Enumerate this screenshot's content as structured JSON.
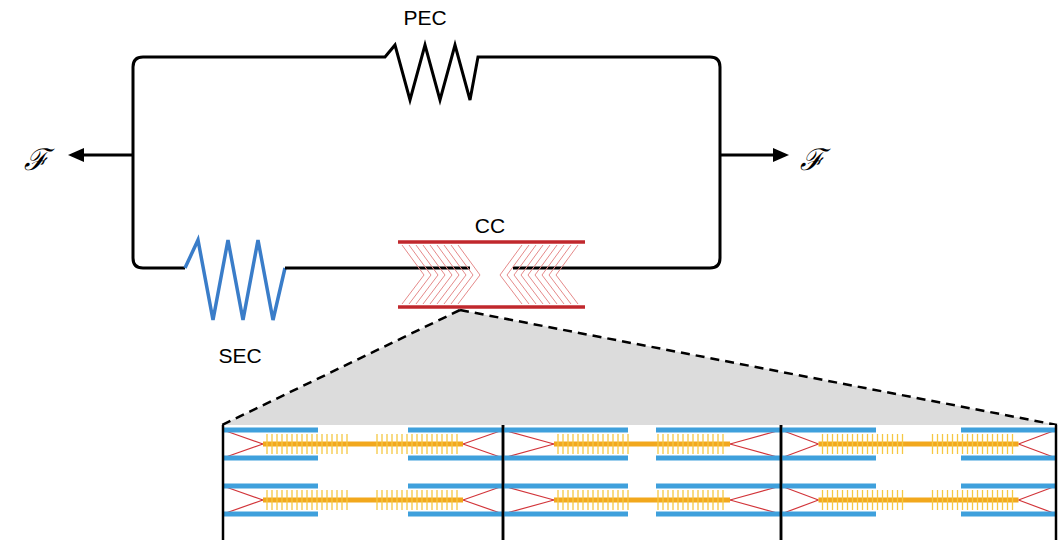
{
  "diagram": {
    "labels": [
      "PEC",
      "ℱ",
      "ℱ",
      "CC",
      "SEC"
    ]
  }
}
